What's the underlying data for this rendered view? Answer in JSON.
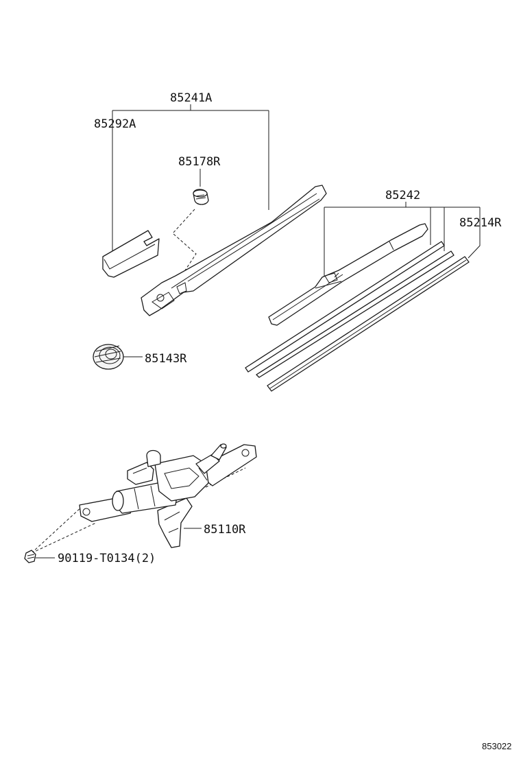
{
  "labels": {
    "arm_assembly": "85241A",
    "arm_cap": "85292A",
    "nut": "85178R",
    "blade": "85242",
    "rubber": "85214R",
    "pivot_cap": "85143R",
    "motor": "85110R",
    "bolt": "90119-T0134(2)"
  },
  "figure_ref": "853022"
}
